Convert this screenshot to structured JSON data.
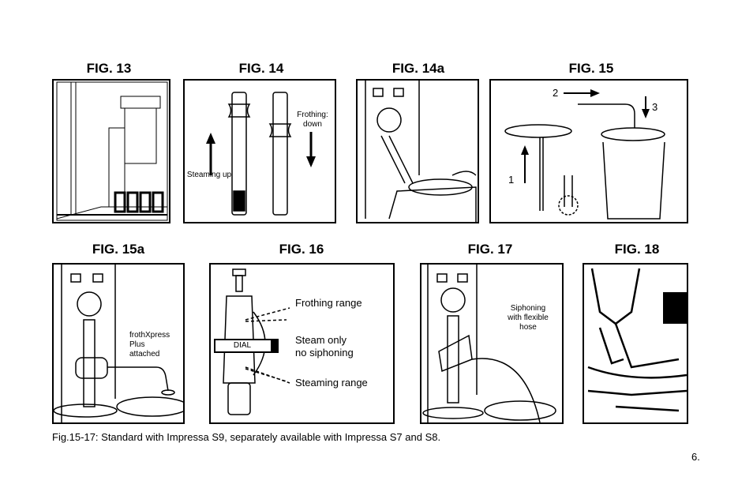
{
  "figures": {
    "fig13": {
      "title": "FIG. 13"
    },
    "fig14": {
      "title": "FIG. 14",
      "steaming": "Steaming up",
      "frothing": "Frothing: down"
    },
    "fig14a": {
      "title": "FIG. 14a"
    },
    "fig15": {
      "title": "FIG. 15",
      "step1": "1",
      "step2": "2",
      "step3": "3"
    },
    "fig15a": {
      "title": "FIG. 15a",
      "note": "frothXpress Plus attached"
    },
    "fig16": {
      "title": "FIG. 16",
      "frothing_range": "Frothing range",
      "steam_only": "Steam only",
      "no_siphoning": "no siphoning",
      "steaming_range": "Steaming range",
      "dial": "DIAL"
    },
    "fig17": {
      "title": "FIG. 17",
      "note": "Siphoning with flexible hose"
    },
    "fig18": {
      "title": "FIG. 18"
    }
  },
  "caption": "Fig.15-17: Standard with Impressa S9, separately available with Impressa S7 and S8.",
  "page_number": "6."
}
